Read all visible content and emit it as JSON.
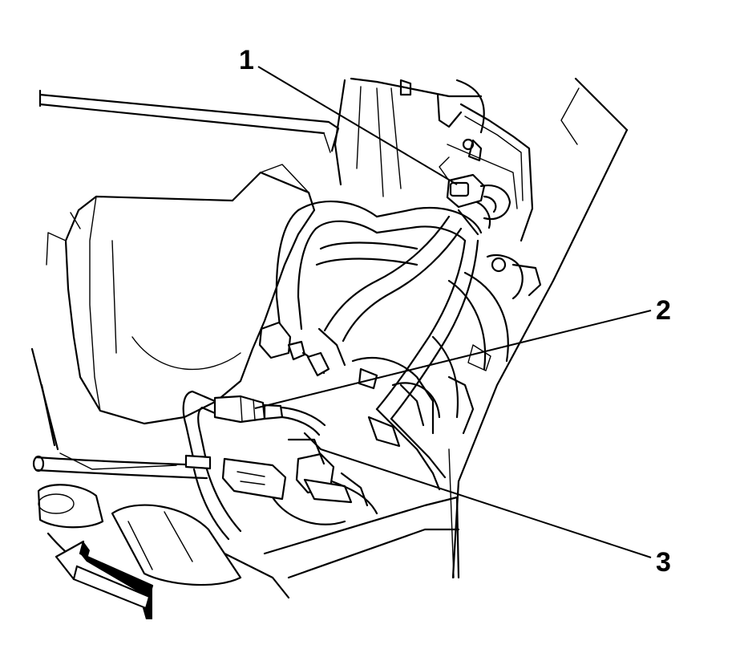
{
  "callouts": [
    {
      "id": "1",
      "label": "1"
    },
    {
      "id": "2",
      "label": "2"
    },
    {
      "id": "3",
      "label": "3"
    }
  ],
  "colors": {
    "line": "#000000",
    "background": "#ffffff",
    "arrow_fill": "#000000"
  },
  "icons": {
    "direction": "front-direction-arrow-icon"
  }
}
